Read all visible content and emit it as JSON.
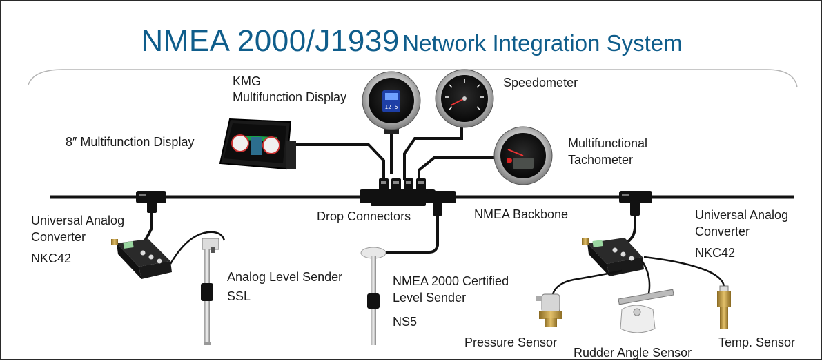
{
  "title": {
    "part1": "NMEA 2000/J1939",
    "part2": "Network Integration System"
  },
  "labels": {
    "kmg_line1": "KMG",
    "kmg_line2": "Multifunction Display",
    "speedometer": "Speedometer",
    "display8": "8″ Multifunction Display",
    "tacho_line1": "Multifunctional",
    "tacho_line2": "Tachometer",
    "uac_left_line1": "Universal Analog",
    "uac_left_line2": "Converter",
    "uac_left_model": "NKC42",
    "drop_connectors": "Drop Connectors",
    "backbone": "NMEA Backbone",
    "uac_right_line1": "Universal Analog",
    "uac_right_line2": "Converter",
    "uac_right_model": "NKC42",
    "ssl_line1": "Analog Level Sender",
    "ssl_line2": "SSL",
    "ns5_line1": "NMEA 2000 Certified",
    "ns5_line2": "Level Sender",
    "ns5_model": "NS5",
    "pressure": "Pressure Sensor",
    "rudder": "Rudder Angle Sensor",
    "temp": "Temp. Sensor"
  },
  "colors": {
    "title": "#0f5d8b",
    "cable": "#111111",
    "device_dark": "#1d1d1d",
    "gauge_bezel": "#c9c9c9",
    "sensor_brass": "#b8923a"
  }
}
